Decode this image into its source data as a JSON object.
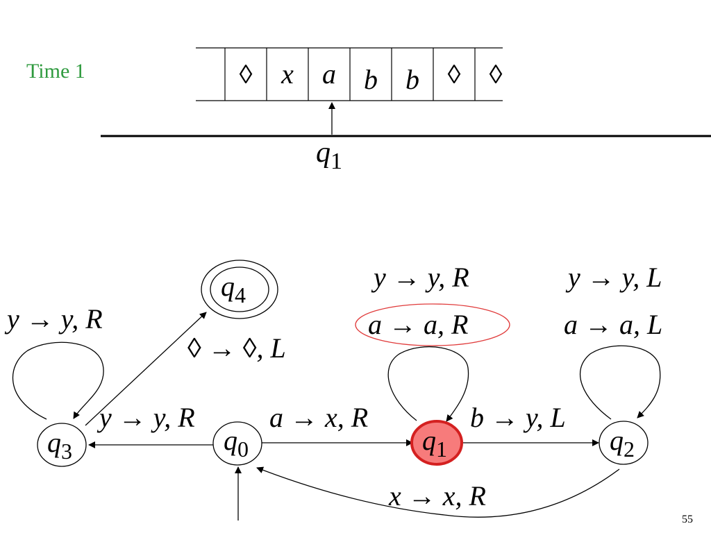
{
  "slide": {
    "time_label": "Time 1",
    "page_number": "55"
  },
  "tape": {
    "cells": [
      "◊",
      "x",
      "a",
      "b",
      "b",
      "◊",
      "◊"
    ],
    "head_state": {
      "letter": "q",
      "index": "1"
    }
  },
  "states": [
    {
      "id": "q0",
      "letter": "q",
      "index": "0",
      "current": false,
      "accepting": false,
      "initial": true
    },
    {
      "id": "q1",
      "letter": "q",
      "index": "1",
      "current": true,
      "accepting": false,
      "initial": false
    },
    {
      "id": "q2",
      "letter": "q",
      "index": "2",
      "current": false,
      "accepting": false,
      "initial": false
    },
    {
      "id": "q3",
      "letter": "q",
      "index": "3",
      "current": false,
      "accepting": false,
      "initial": false
    },
    {
      "id": "q4",
      "letter": "q",
      "index": "4",
      "current": false,
      "accepting": true,
      "initial": false
    }
  ],
  "transitions": {
    "q0_q1": "a → x, R",
    "q1_q2": "b → y, L",
    "q2_q0": "x → x, R",
    "q0_q3": "y → y, R",
    "q3_q4": "◊ → ◊, L",
    "q3_loop": "y → y, R",
    "q1_loop_1": "y → y, R",
    "q1_loop_2": "a → a, R",
    "q2_loop_1": "y → y, L",
    "q2_loop_2": "a → a, L"
  },
  "colors": {
    "time_label": "#2e9a3e",
    "current_state_fill": "#f77b7b",
    "current_state_stroke": "#d42020",
    "highlight_ellipse": "#e03a3a"
  }
}
